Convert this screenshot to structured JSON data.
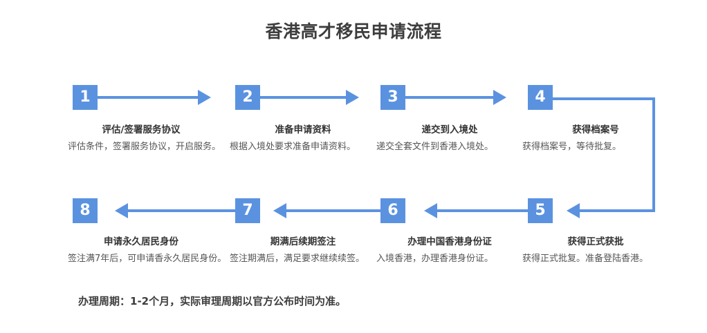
{
  "page": {
    "title": "香港高才移民申请流程",
    "footer_note": "办理周期：1-2个月，实际审理周期以官方公布时间为准。",
    "accent_color": "#5b92e0",
    "title_color": "#3d3d3d",
    "background_color": "#ffffff"
  },
  "steps": [
    {
      "number": "1",
      "title": "评估/签署服务协议",
      "desc": "评估条件，签署服务协议，开启服务。"
    },
    {
      "number": "2",
      "title": "准备申请资料",
      "desc": "根据入境处要求准备申请资料。"
    },
    {
      "number": "3",
      "title": "递交到入境处",
      "desc": "递交全套文件到香港入境处。"
    },
    {
      "number": "4",
      "title": "获得档案号",
      "desc": "获得档案号，等待批复。"
    },
    {
      "number": "5",
      "title": "获得正式获批",
      "desc": "获得正式批复。准备登陆香港。"
    },
    {
      "number": "6",
      "title": "办理中国香港身份证",
      "desc": "入境香港，办理香港身份证。"
    },
    {
      "number": "7",
      "title": "期满后续期签注",
      "desc": "签注期满后，满足要求继续续签。"
    },
    {
      "number": "8",
      "title": "申请永久居民身份",
      "desc": "签注满7年后，可申请香永久居民身份。"
    }
  ]
}
